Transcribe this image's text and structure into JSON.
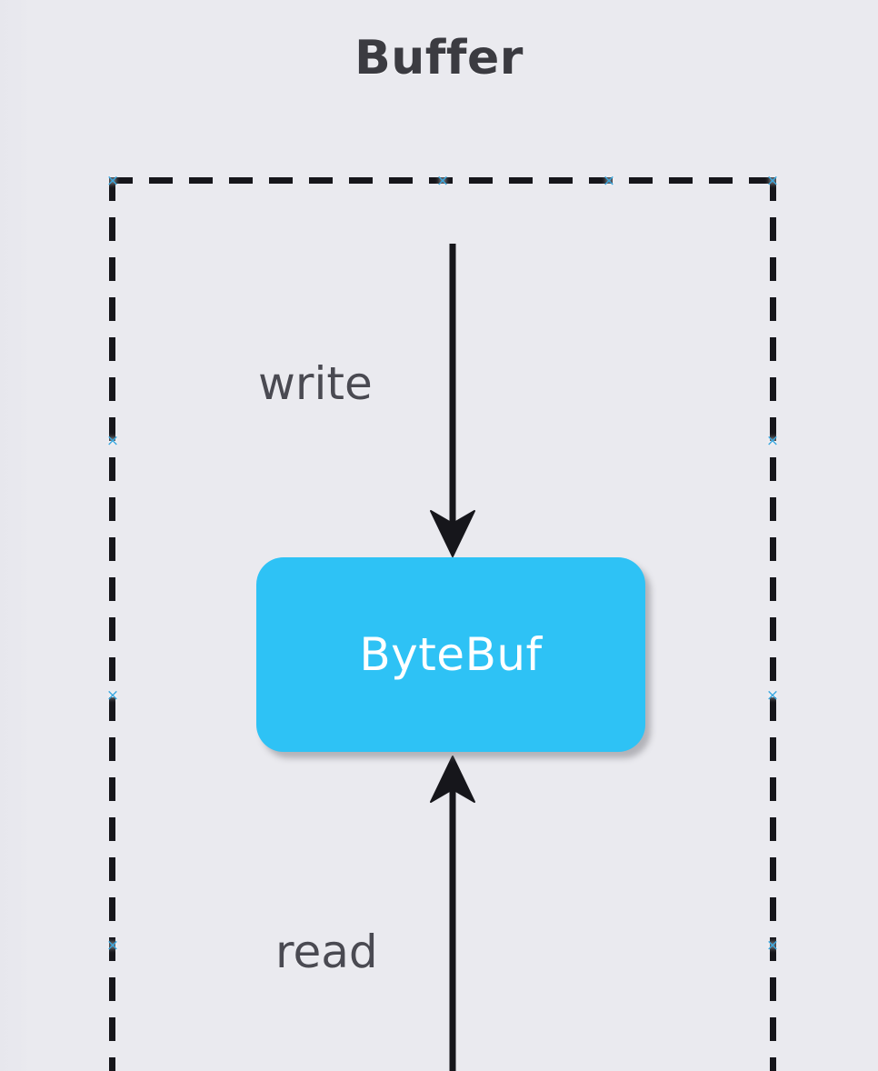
{
  "diagram": {
    "title": "Buffer",
    "background_color": "#eaeaef",
    "title_color": "#3b3b41",
    "container": {
      "name": "buffer-boundary",
      "style": "dashed",
      "stroke_color": "#16161b",
      "selected": true,
      "handle_color": "#3aa8e0",
      "handle_glyph": "×"
    },
    "node": {
      "label": "ByteBuf",
      "fill_color": "#2ec2f5",
      "text_color": "#ffffff"
    },
    "flows": [
      {
        "label": "write",
        "direction": "down",
        "target": "ByteBuf"
      },
      {
        "label": "read",
        "direction": "up",
        "source": "ByteBuf"
      }
    ],
    "labels": {
      "write": "write",
      "read": "read"
    }
  }
}
